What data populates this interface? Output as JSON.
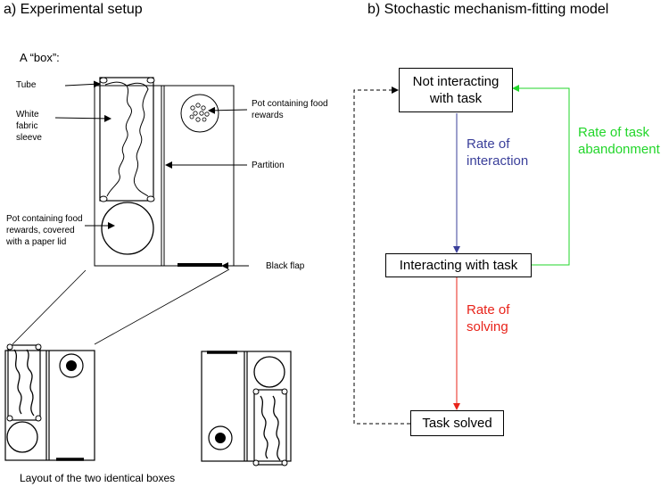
{
  "panel_a": {
    "title": "a) Experimental setup",
    "box_label": "A “box”:",
    "labels": {
      "tube": "Tube",
      "sleeve": "White fabric sleeve",
      "pot_top": "Pot containing food rewards",
      "partition": "Partition",
      "pot_bottom": "Pot containing food rewards, covered with a paper lid",
      "flap": "Black flap"
    },
    "layout_caption": "Layout of the two identical boxes"
  },
  "panel_b": {
    "title": "b) Stochastic mechanism-fitting model",
    "states": {
      "not_interacting": "Not interacting with task",
      "interacting": "Interacting with task",
      "solved": "Task solved"
    },
    "rates": {
      "interaction": "Rate of interaction",
      "abandonment": "Rate of task abandonment",
      "solving": "Rate of solving"
    },
    "colors": {
      "interaction": "#3a3f9a",
      "abandonment": "#22d62a",
      "solving": "#e8231a"
    }
  }
}
